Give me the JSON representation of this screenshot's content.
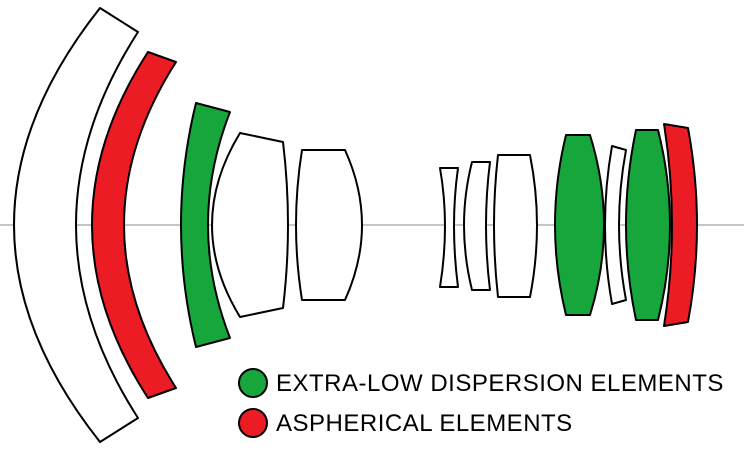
{
  "legend": {
    "items": [
      {
        "label": "EXTRA-LOW DISPERSION ELEMENTS",
        "color": "#17a63c"
      },
      {
        "label": "ASPHERICAL ELEMENTS",
        "color": "#ec1c24"
      }
    ]
  },
  "colors": {
    "ed": "#17a63c",
    "aspherical": "#ec1c24",
    "standard": "#ffffff",
    "outline": "#000000",
    "axis": "#8c8c8c"
  },
  "elements": [
    {
      "index": 1,
      "type": "standard"
    },
    {
      "index": 2,
      "type": "aspherical"
    },
    {
      "index": 3,
      "type": "extra-low-dispersion"
    },
    {
      "index": 4,
      "type": "standard"
    },
    {
      "index": 5,
      "type": "standard"
    },
    {
      "index": 6,
      "type": "standard"
    },
    {
      "index": 7,
      "type": "standard"
    },
    {
      "index": 8,
      "type": "standard"
    },
    {
      "index": 9,
      "type": "extra-low-dispersion"
    },
    {
      "index": 10,
      "type": "standard"
    },
    {
      "index": 11,
      "type": "extra-low-dispersion"
    },
    {
      "index": 12,
      "type": "aspherical"
    }
  ]
}
